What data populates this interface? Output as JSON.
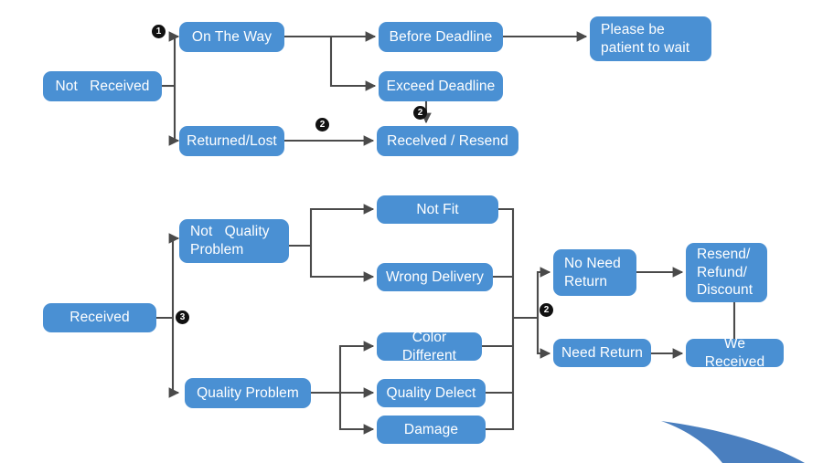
{
  "diagram": {
    "title": "Order Delivery Status Decision Flowchart",
    "background_color": "#ffffff",
    "node_color": "#4a90d3",
    "node_text_color": "#ffffff",
    "edge_color": "#4a4a4a",
    "badge_color": "#111111"
  },
  "nodes": {
    "not_received": "Not   Received",
    "on_the_way": "On The Way",
    "returned_lost": "Returned/Lost",
    "before_deadline": "Before Deadline",
    "exceed_deadline": "Exceed Deadline",
    "recelved_resend": "Recelved / Resend",
    "please_be_patient": "Please be\npatient to wait",
    "received": "Received",
    "not_quality_problem": "Not   Quality\nProblem",
    "quality_problem": "Quality Problem",
    "not_fit": "Not Fit",
    "wrong_delivery": "Wrong Delivery",
    "color_different": "Color Different",
    "quality_delect": "Quality Delect",
    "damage": "Damage",
    "no_need_return": "No Need\nReturn",
    "need_return": "Need Return",
    "resend_refund_discount": "Resend/\nRefund/\nDiscount",
    "we_received": "We Received"
  },
  "badges": {
    "one": "1",
    "two_top": "2",
    "two_exceed": "2",
    "three": "3",
    "two_bottom": "2"
  },
  "decoration": {
    "swoosh_color": "#4a7fbf"
  }
}
